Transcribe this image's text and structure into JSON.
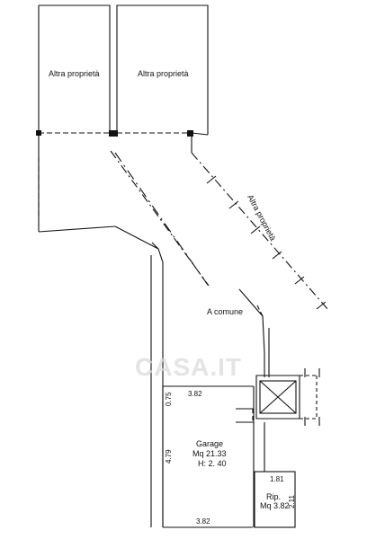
{
  "rooms": {
    "altra_proprieta_left": "Altra proprietà",
    "altra_proprieta_right": "Altra proprietà",
    "altra_proprieta_corridor": "Altra proprietà",
    "a_comune": "A comune"
  },
  "garage": {
    "name": "Garage",
    "area": "Mq  21.33",
    "height": "H: 2. 40"
  },
  "ripostiglio": {
    "name": "Rip.",
    "area": "Mq  3.82"
  },
  "dimensions": {
    "garage_top": "3.82",
    "garage_bottom": "3.82",
    "garage_side": "4.79",
    "garage_step": "0.75",
    "rip_top": "1.81",
    "rip_side": "2.11"
  },
  "watermark": "CASA.IT"
}
